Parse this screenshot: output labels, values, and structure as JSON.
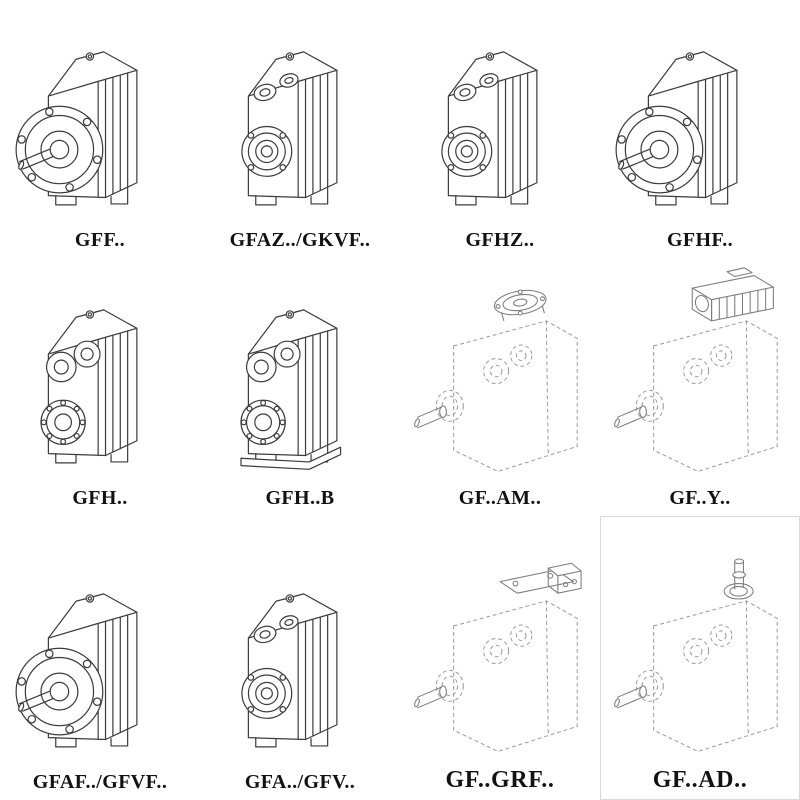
{
  "page": {
    "description": "Catalog sheet of parallel shaft helical gear reducer model variants, 4x3 grid of isometric technical line drawings with model designations",
    "background": "#ffffff",
    "ink_color": "#3b3b3b",
    "ghost_line_color": "#979797"
  },
  "items": [
    {
      "label": "GFF..",
      "drawing": "flange-output-gearbox",
      "line_style": "solid"
    },
    {
      "label": "GFAZ../GKVF..",
      "drawing": "hollow-shaft-gearbox",
      "line_style": "solid"
    },
    {
      "label": "GFHZ..",
      "drawing": "hollow-shaft-gearbox",
      "line_style": "solid"
    },
    {
      "label": "GFHF..",
      "drawing": "flange-output-gearbox",
      "line_style": "solid"
    },
    {
      "label": "GFH..",
      "drawing": "shaft-mounted-gearbox",
      "line_style": "solid"
    },
    {
      "label": "GFH..B",
      "drawing": "shaft-mounted-gearbox-with-base",
      "line_style": "solid"
    },
    {
      "label": "GF..AM..",
      "drawing": "gearbox-with-motor-adapter-flange",
      "line_style": "dashed"
    },
    {
      "label": "GF..Y..",
      "drawing": "gearbox-with-mounted-motor",
      "line_style": "dashed"
    },
    {
      "label": "GFAF../GFVF..",
      "drawing": "flange-output-gearbox",
      "line_style": "solid"
    },
    {
      "label": "GFA../GFV..",
      "drawing": "hollow-shaft-gearbox",
      "line_style": "solid"
    },
    {
      "label": "GF..GRF..",
      "drawing": "gearbox-with-input-bracket",
      "line_style": "dashed"
    },
    {
      "label": "GF..AD..",
      "drawing": "gearbox-with-input-shaft-adapter",
      "line_style": "dashed"
    }
  ]
}
